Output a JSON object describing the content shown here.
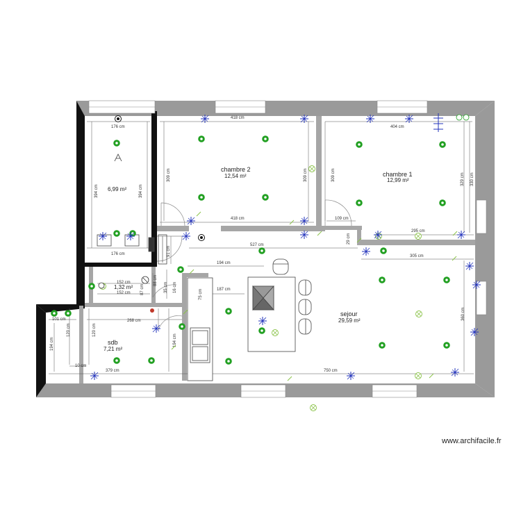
{
  "credit": "www.archifacile.fr",
  "colors": {
    "wall_exterior": "#9a9a9a",
    "wall_black": "#111111",
    "wall_interior": "#a6a6a6",
    "outlet_green": "#22a022",
    "symbol_blue": "#2233bb",
    "light_green": "#8bc34a"
  },
  "rooms": {
    "r1": {
      "name": "",
      "area": "6,99 m²"
    },
    "chambre2": {
      "name": "chambre 2",
      "area": "12,54 m²"
    },
    "chambre1": {
      "name": "chambre 1",
      "area": "12,99 m²"
    },
    "wc": {
      "name": "",
      "area": "1,32 m²"
    },
    "sdb": {
      "name": "sdb",
      "area": "7,21 m²"
    },
    "sejour": {
      "name": "sejour",
      "area": "29,59 m²"
    }
  },
  "dims": {
    "d176a": "176 cm",
    "d176b": "176 cm",
    "d394a": "394 cm",
    "d394b": "394 cm",
    "d418a": "418 cm",
    "d418b": "418 cm",
    "d309a": "309 cm",
    "d309b": "309 cm",
    "d404": "404 cm",
    "d309c": "309 cm",
    "d329": "329 cm",
    "d330": "330 cm",
    "d109": "109 cm",
    "d295": "295 cm",
    "d29": "29 cm",
    "d527": "527 cm",
    "d305": "305 cm",
    "d194a": "194 cm",
    "d91": "91 cm",
    "d152a": "152 cm",
    "d152b": "152 cm",
    "d87": "87 cm",
    "d88": "88 cm",
    "d35": "35 cm",
    "d187": "187 cm",
    "d75": "75 cm",
    "d101": "101 cm",
    "d268": "268 cm",
    "d120a": "120 cm",
    "d120b": "120 cm",
    "d194b": "194 cm",
    "d194c": "194 cm",
    "d10": "10 cm",
    "d379": "379 cm",
    "d750": "750 cm",
    "d360": "360 cm",
    "d16": "16 cm"
  }
}
